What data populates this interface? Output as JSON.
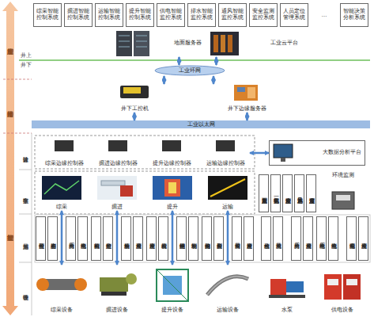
{
  "diagram": {
    "nodes": [
      {
        "text": [
          "综采智能控制系统"
        ]
      },
      {
        "text": [
          "掘进智能控制系统"
        ]
      },
      {
        "text": [
          "运输智能控制系统"
        ]
      },
      {
        "text": [
          "提升智能控制系统"
        ]
      },
      {
        "text": [
          "供电智能监控系统"
        ]
      },
      {
        "text": [
          "排水智能监控系统"
        ]
      },
      {
        "text": [
          "通风智能监控系统"
        ]
      },
      {
        "text": [
          "安全监测监控系统"
        ]
      },
      {
        "text": [
          "人员定位管理系统"
        ]
      },
      {
        "text": [
          "智能决策分析系统"
        ]
      },
      {
        "text": [
          "地面服务器"
        ]
      },
      {
        "text": [
          "工业云平台"
        ]
      },
      {
        "text": [
          "工业环网"
        ]
      },
      {
        "text": [
          "井下工控机"
        ]
      },
      {
        "text": [
          "井下边缘服务器"
        ]
      },
      {
        "text": [
          "工业以太网"
        ]
      },
      {
        "text": [
          "综采边缘控制器"
        ]
      },
      {
        "text": [
          "掘进边缘控制器"
        ]
      },
      {
        "text": [
          "提升边缘控制器"
        ]
      },
      {
        "text": [
          "运输边缘控制器"
        ]
      },
      {
        "text": [
          "大数据分析平台"
        ]
      },
      {
        "text": [
          "综采"
        ]
      },
      {
        "text": [
          "掘进"
        ]
      },
      {
        "text": [
          "提升"
        ]
      },
      {
        "text": [
          "运输"
        ]
      },
      {
        "text": [
          "瓦斯浓度监测"
        ]
      },
      {
        "text": [
          "一氧化碳监测"
        ]
      },
      {
        "text": [
          "粉尘浓度监测"
        ]
      },
      {
        "text": [
          "风速风量监测"
        ]
      },
      {
        "text": [
          "温度湿度监测"
        ]
      },
      {
        "text": [
          "环境监测"
        ]
      },
      {
        "text": [
          "位置检测"
        ]
      },
      {
        "text": [
          "姿态检测"
        ]
      },
      {
        "text": [
          "压力检测"
        ]
      },
      {
        "text": [
          "电流检测"
        ]
      },
      {
        "text": [
          "截割检测"
        ]
      },
      {
        "text": [
          "定位检测"
        ]
      },
      {
        "text": [
          "振动检测"
        ]
      },
      {
        "text": [
          "温度检测"
        ]
      },
      {
        "text": [
          "速度检测"
        ]
      },
      {
        "text": [
          "载荷检测"
        ]
      },
      {
        "text": [
          "钢丝绳检测"
        ]
      },
      {
        "text": [
          "制动检测"
        ]
      },
      {
        "text": [
          "跑偏检测"
        ]
      },
      {
        "text": [
          "撕裂检测"
        ]
      },
      {
        "text": [
          "煤量检测"
        ]
      },
      {
        "text": [
          "速度检测"
        ]
      },
      {
        "text": [
          "水位检测"
        ]
      },
      {
        "text": [
          "流量检测"
        ]
      },
      {
        "text": [
          "压力检测"
        ]
      },
      {
        "text": [
          "温度检测"
        ]
      },
      {
        "text": [
          "电压检测"
        ]
      },
      {
        "text": [
          "电流检测"
        ]
      },
      {
        "text": [
          "漏电检测"
        ]
      },
      {
        "text": [
          "温度检测"
        ]
      },
      {
        "text": [
          "综采设备"
        ]
      },
      {
        "text": [
          "掘进设备"
        ]
      },
      {
        "text": [
          "提升设备"
        ]
      },
      {
        "text": [
          "运输设备"
        ]
      },
      {
        "text": [
          "水泵"
        ]
      },
      {
        "text": [
          "供电设备"
        ]
      }
    ],
    "edges": [
      {
        "from": 12,
        "to": 10,
        "arrow": "both"
      },
      {
        "from": 12,
        "to": 11,
        "arrow": "both"
      },
      {
        "from": 12,
        "to": 13,
        "arrow": "both"
      },
      {
        "from": 12,
        "to": 14,
        "arrow": "both"
      },
      {
        "from": 13,
        "to": 15,
        "arrow": "both"
      },
      {
        "from": 14,
        "to": 15,
        "arrow": "both"
      },
      {
        "from": 19,
        "to": 20,
        "arrow": "both"
      },
      {
        "from": 21,
        "to": 55,
        "arrow": "both"
      },
      {
        "from": 22,
        "to": 56,
        "arrow": "both"
      },
      {
        "from": 23,
        "to": 57,
        "arrow": "both"
      },
      {
        "from": 24,
        "to": 58,
        "arrow": "both"
      }
    ],
    "labels": [
      "智能应用层",
      "网络传输层",
      "智能控制层",
      "井上",
      "井下",
      "边缘计算",
      "数字孪生",
      "感知测量",
      "物理设备",
      "…"
    ]
  }
}
